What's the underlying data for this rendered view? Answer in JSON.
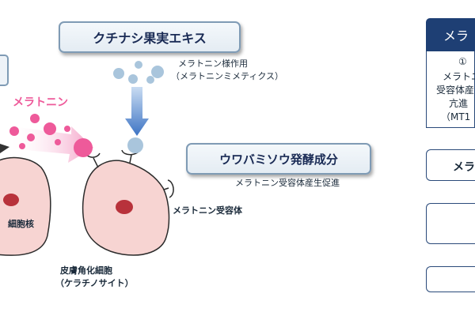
{
  "labels": {
    "kuchinashi": "クチナシ果実エキス",
    "uwabamisou": "ウワバミソウ発酵成分"
  },
  "captions": {
    "melatonin": "メラトニン",
    "mimetic_line1": "メラトニン様作用",
    "mimetic_line2": "（メラトニンミメティクス）",
    "receptor_promotion": "メラトニン受容体産生促進",
    "receptor": "メラトニン受容体",
    "nucleus": "細胞核",
    "cell_line1": "皮膚角化細胞",
    "cell_line2": "（ケラチノサイト）"
  },
  "right_panel": {
    "header": "メラ",
    "line1": "①",
    "line2": "メラトニ",
    "line3": "受容体産",
    "line4": "亢進",
    "line5": "（MT1",
    "box2": "メラ"
  },
  "colors": {
    "cell_fill": "#f7d4d2",
    "cell_stroke": "#2b2b2b",
    "nucleus": "#b8323b",
    "melatonin": "#ee5a9a",
    "mimetic": "#a9c5dc",
    "arrow_blue": "#4a7fc9",
    "panel_navy": "#1e3f74"
  }
}
